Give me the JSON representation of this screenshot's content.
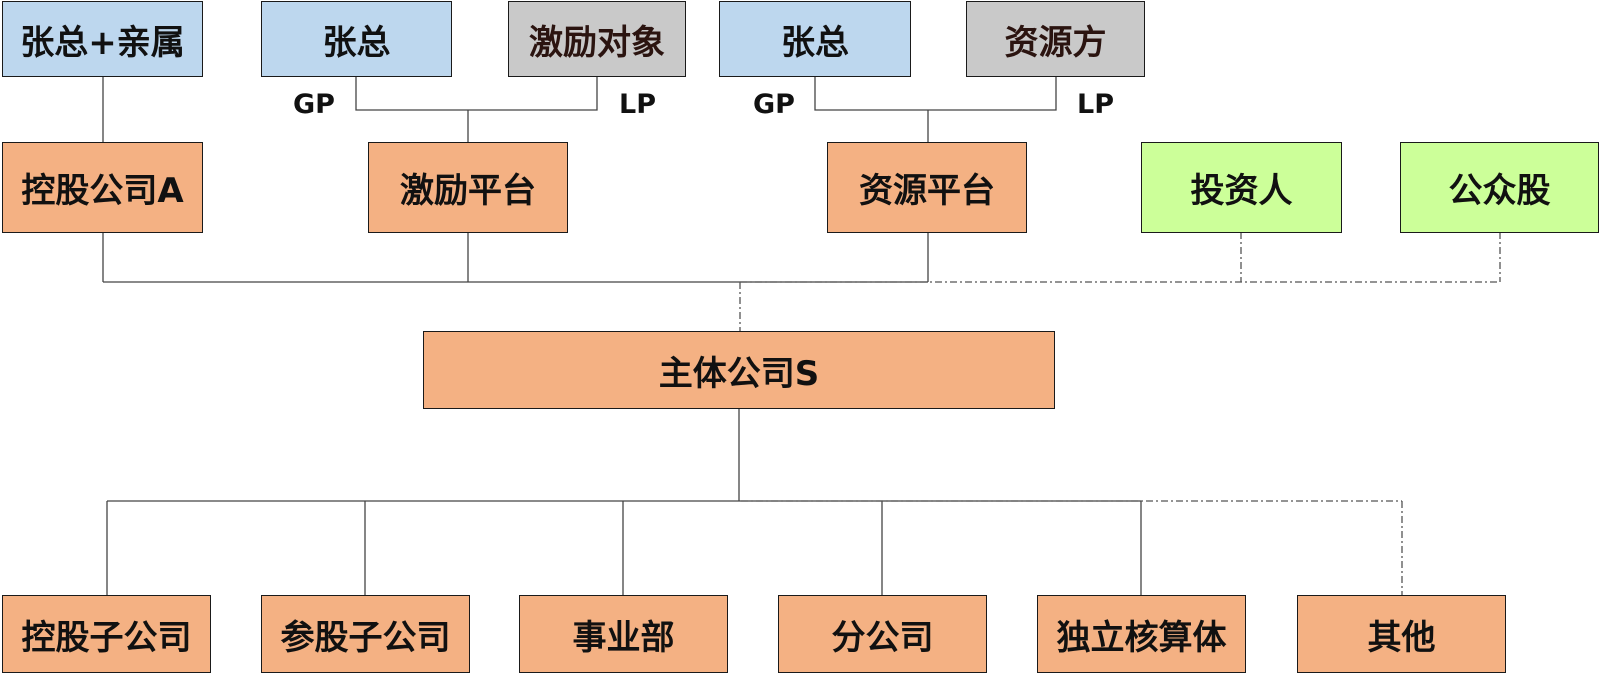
{
  "top": {
    "zhang_family": "张总+亲属",
    "zhang_1": "张总",
    "incentive_target": "激励对象",
    "zhang_2": "张总",
    "resource_party": "资源方"
  },
  "labels": {
    "gp_1": "GP",
    "lp_1": "LP",
    "gp_2": "GP",
    "lp_2": "LP"
  },
  "middle": {
    "holding_a": "控股公司A",
    "incentive_platform": "激励平台",
    "resource_platform": "资源平台",
    "investor": "投资人",
    "public_shares": "公众股"
  },
  "main": {
    "entity_s": "主体公司S"
  },
  "subs": {
    "holding_sub": "控股子公司",
    "equity_sub": "参股子公司",
    "division": "事业部",
    "branch": "分公司",
    "profit_center": "独立核算体",
    "other": "其他"
  },
  "colors": {
    "blue": "#bdd7ee",
    "gray": "#c9c9c9",
    "orange": "#f4b183",
    "green": "#ccff99"
  }
}
